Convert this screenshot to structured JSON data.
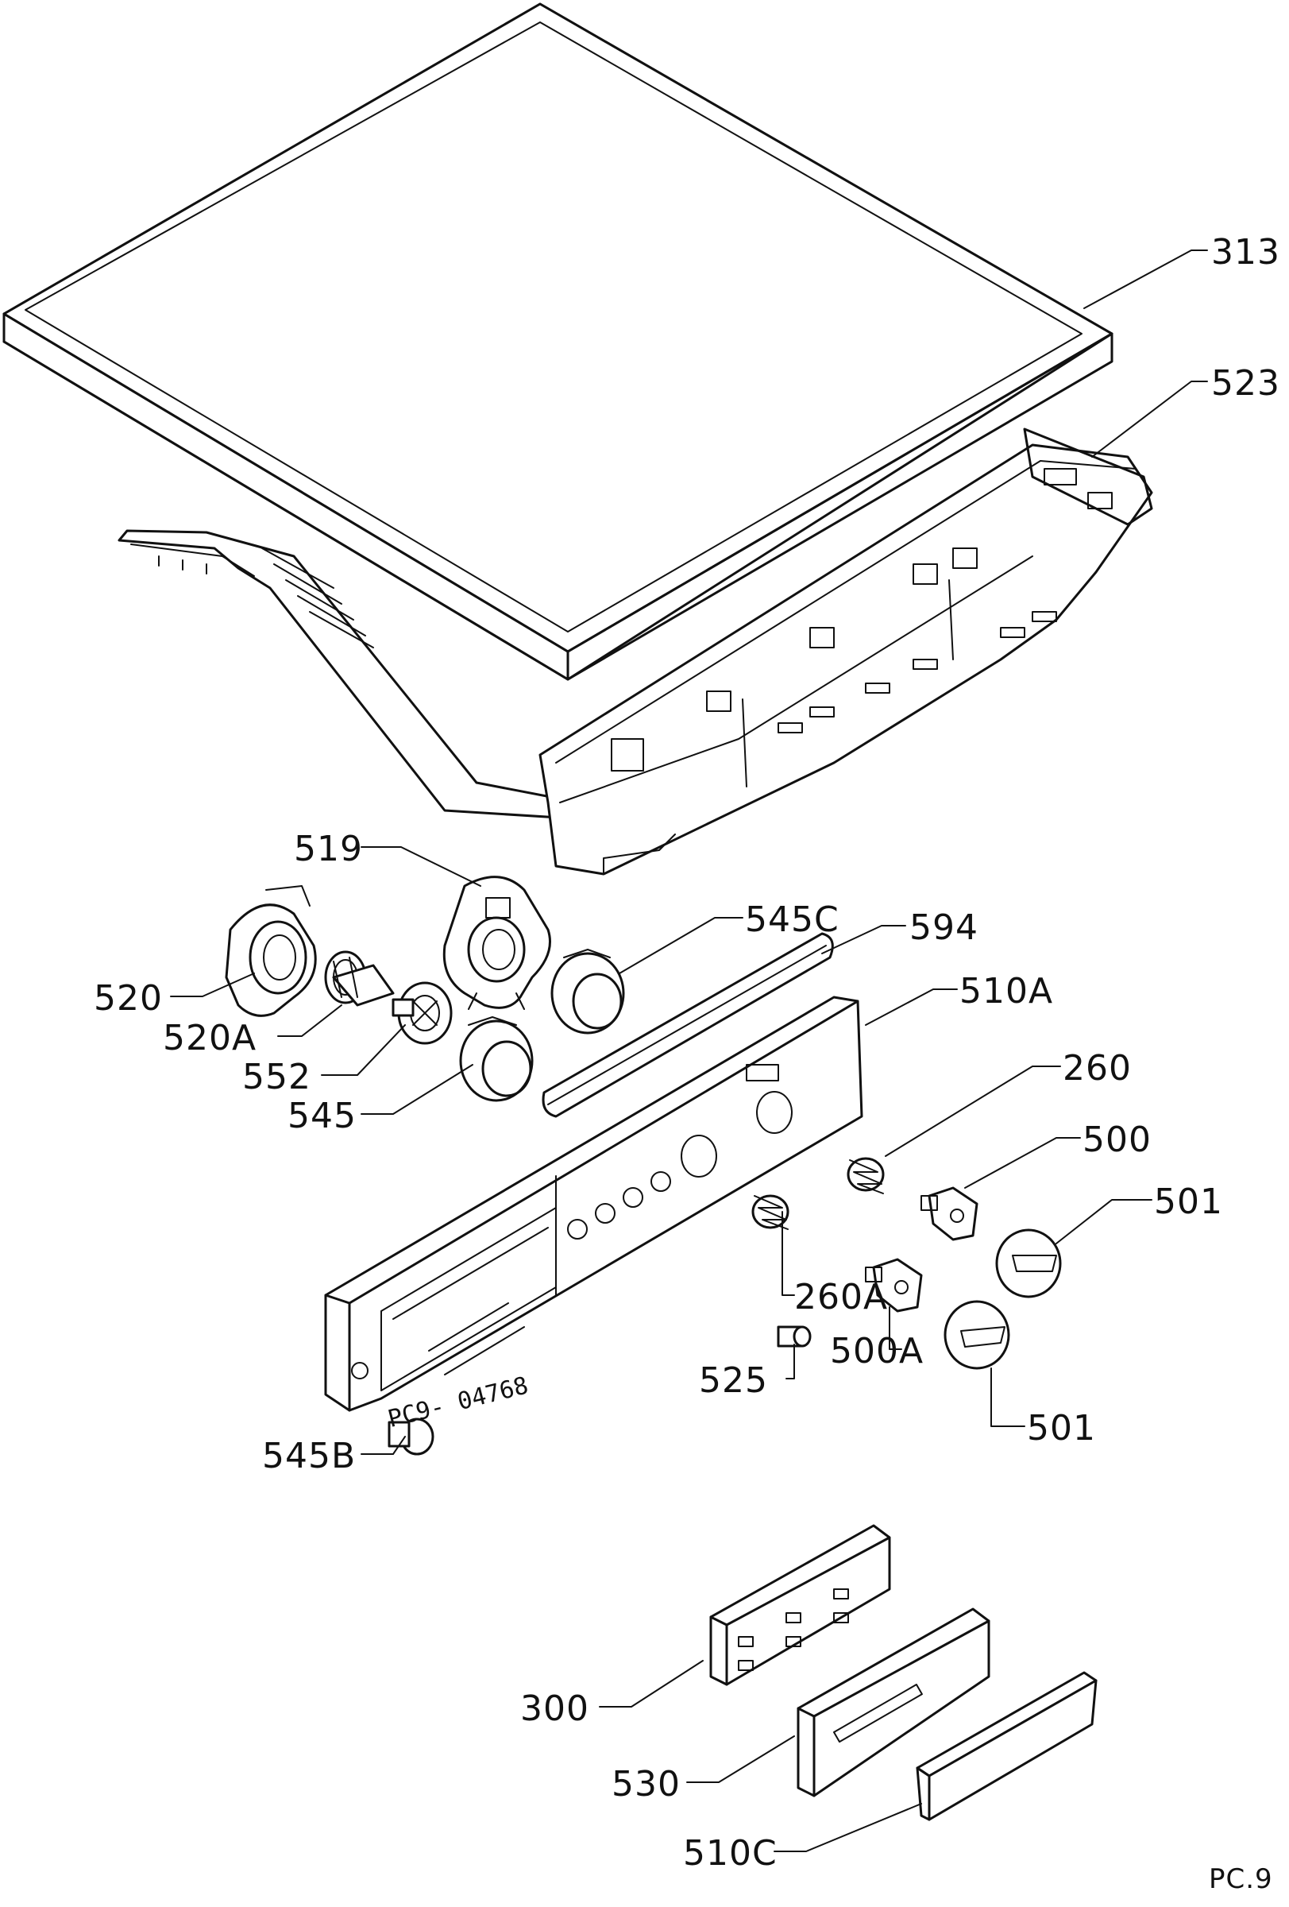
{
  "labels": {
    "p313": "313",
    "p523": "523",
    "p519": "519",
    "p520": "520",
    "p520A": "520A",
    "p552": "552",
    "p545": "545",
    "p545C": "545C",
    "p594": "594",
    "p510A": "510A",
    "p260": "260",
    "p500": "500",
    "p501_top": "501",
    "p260A": "260A",
    "p500A": "500A",
    "p525": "525",
    "p501_bottom": "501",
    "p545B": "545B",
    "p300": "300",
    "p530": "530",
    "p510C": "510C"
  },
  "stamp": "PC9- 04768",
  "page_ref": "PC.9"
}
